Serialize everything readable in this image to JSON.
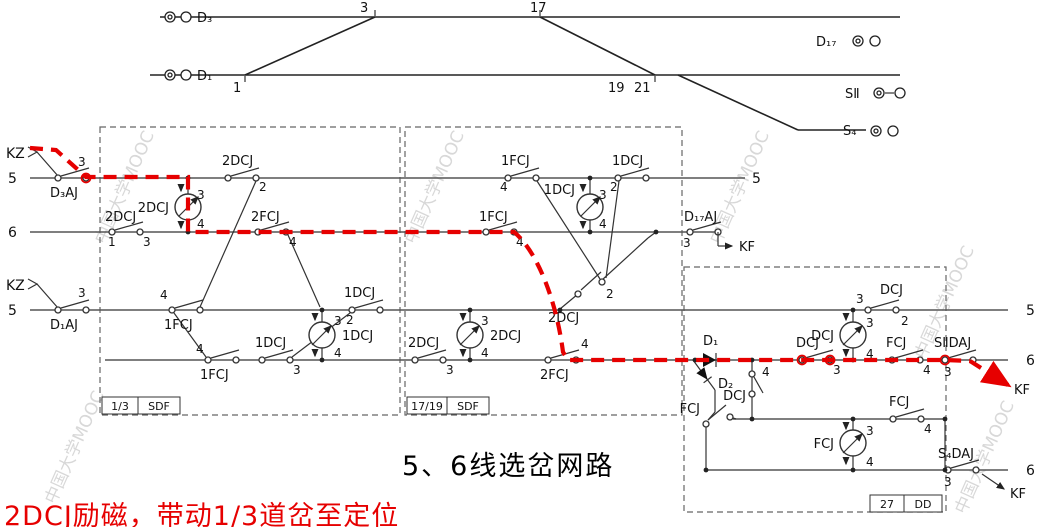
{
  "title": "5、6线选岔网路",
  "caption": "2DCJ励磁，带动1/3道岔至定位",
  "watermark": "中国大学MOOC",
  "track": {
    "d3": "D₃",
    "d1": "D₁",
    "d17": "D₁₇",
    "s2": "SⅡ",
    "s4": "S₄",
    "t3": "3",
    "t17": "17",
    "t1": "1",
    "t19": "19",
    "t21": "21"
  },
  "bus": {
    "kz1": "KZ",
    "kz2": "KZ",
    "w5l": "5",
    "w6l": "6",
    "w5bl": "5",
    "w5r": "5",
    "w5br": "5",
    "w6r": "6",
    "w6cr": "6",
    "kf1": "KF",
    "kf2": "KF",
    "kf3": "KF"
  },
  "box1": {
    "num": "1/3",
    "name": "SDF"
  },
  "box2": {
    "num": "17/19",
    "name": "SDF"
  },
  "box3": {
    "num": "27",
    "name": "DD"
  },
  "lb": {
    "d3aj": "D₃AJ",
    "d3aj_n": "3",
    "c2dcj5": "2DCJ",
    "c2dcj5_n": "2",
    "coil2dcj": "2DCJ",
    "coil2dcj_t": "3",
    "coil2dcj_b": "4",
    "c2dcj6": "2DCJ",
    "c2dcj6_n1": "1",
    "c2dcj6_n2": "3",
    "c2fcj6": "2FCJ",
    "c2fcj6_n": "4",
    "d1aj": "D₁AJ",
    "d1aj_n": "3",
    "c1fcj5": "1FCJ",
    "c1fcj5_n": "4",
    "c1dcj5": "1DCJ",
    "c1dcj5_n": "2",
    "coil1dcj": "1DCJ",
    "coil1dcj_t": "3",
    "coil1dcj_b": "4",
    "c1fcj6": "1FCJ",
    "c1fcj6_n": "4",
    "c1dcj6": "1DCJ",
    "c1dcj6_n": "3"
  },
  "mb": {
    "c1fcj5": "1FCJ",
    "c1fcj5_n": "4",
    "coil1dcj": "1DCJ",
    "coil1dcj_t": "3",
    "coil1dcj_b": "4",
    "c1dcj5": "1DCJ",
    "c1dcj5_n": "2",
    "c1fcj6": "1FCJ",
    "c1fcj6_n": "4",
    "c2dcj5": "2DCJ",
    "c2dcj5_n": "2",
    "c2dcj6": "2DCJ",
    "c2dcj6_n": "3",
    "coil2dcj": "2DCJ",
    "coil2dcj_t": "3",
    "coil2dcj_b": "4",
    "c2fcj6": "2FCJ",
    "c2fcj6_n": "4",
    "d17aj": "D₁₇AJ",
    "d17aj_n": "3"
  },
  "rb": {
    "cdcj5": "DCJ",
    "cdcj5_n1": "3",
    "cdcj5_n2": "2",
    "coildcj": "DCJ",
    "coildcj_t": "3",
    "coildcj_b": "4",
    "cdcj6": "DCJ",
    "cdcj6_n": "3",
    "d1": "D₁",
    "d2": "D₂",
    "cdcjv": "DCJ",
    "cdcjv_n": "4",
    "cfcj6": "FCJ",
    "cfcj6_n": "4",
    "s2daj": "SⅡDAJ",
    "s2daj_n": "3",
    "cfcjbl": "FCJ",
    "coilfcj": "FCJ",
    "coilfcj_t": "3",
    "coilfcj_b": "4",
    "cfcjb": "FCJ",
    "cfcjb_n": "4",
    "s4daj": "S₄DAJ",
    "s4daj_n": "3"
  }
}
